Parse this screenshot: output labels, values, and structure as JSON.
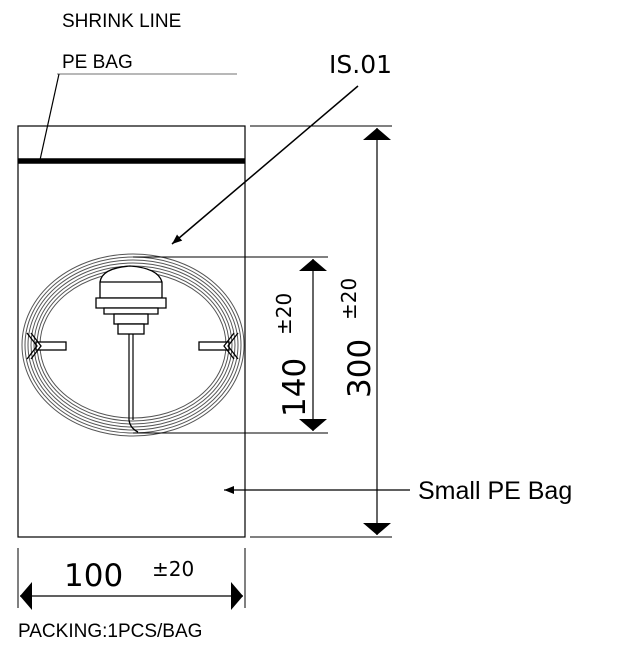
{
  "labels": {
    "shrink_line": "SHRINK LINE",
    "pe_bag": "PE BAG",
    "part_id": "IS.01",
    "small_pe_bag": "Small PE Bag",
    "packing": "PACKING:1PCS/BAG"
  },
  "dimensions": {
    "width": {
      "value": "100",
      "tolerance": "±20"
    },
    "coil_height": {
      "value": "140",
      "tolerance": "±20"
    },
    "bag_height": {
      "value": "300",
      "tolerance": "±20"
    }
  },
  "colors": {
    "line": "#000000",
    "coil": "#555555",
    "leader_underline": "#a0a0a0"
  },
  "icons": {
    "antenna": "antenna-icon",
    "cable_tie": "cable-tie-icon",
    "arrow": "arrow-icon"
  }
}
